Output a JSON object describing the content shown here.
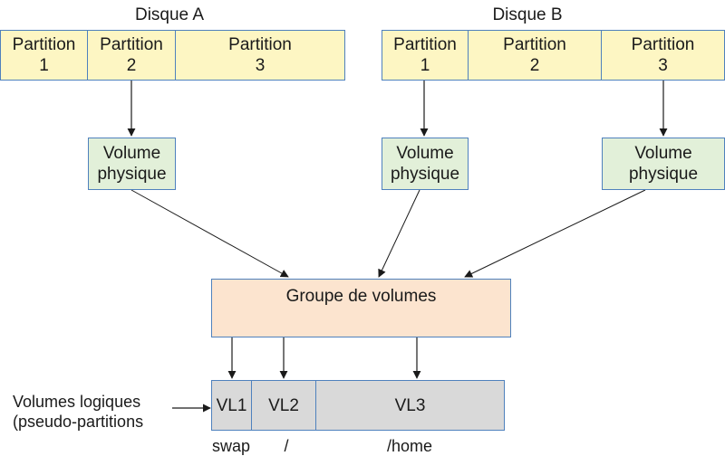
{
  "disks": [
    {
      "name": "Disque A",
      "partitions": [
        "Partition\n1",
        "Partition\n2",
        "Partition\n3"
      ]
    },
    {
      "name": "Disque B",
      "partitions": [
        "Partition\n1",
        "Partition\n2",
        "Partition\n3"
      ]
    }
  ],
  "physical_volumes": [
    "Volume\nphysique",
    "Volume\nphysique",
    "Volume\nphysique"
  ],
  "volume_group": "Groupe de volumes",
  "logical_volumes": {
    "caption_line1": "Volumes logiques",
    "caption_line2": "(pseudo-partitions",
    "items": [
      {
        "name": "VL1",
        "mount": "swap"
      },
      {
        "name": "VL2",
        "mount": "/"
      },
      {
        "name": "VL3",
        "mount": "/home"
      }
    ]
  },
  "colors": {
    "partition_fill": "#fdf6c3",
    "physical_volume_fill": "#e2f0d9",
    "volume_group_fill": "#fce4cf",
    "logical_volume_fill": "#d9d9d9",
    "border": "#4f81bd",
    "arrow": "#1a1a1a"
  }
}
